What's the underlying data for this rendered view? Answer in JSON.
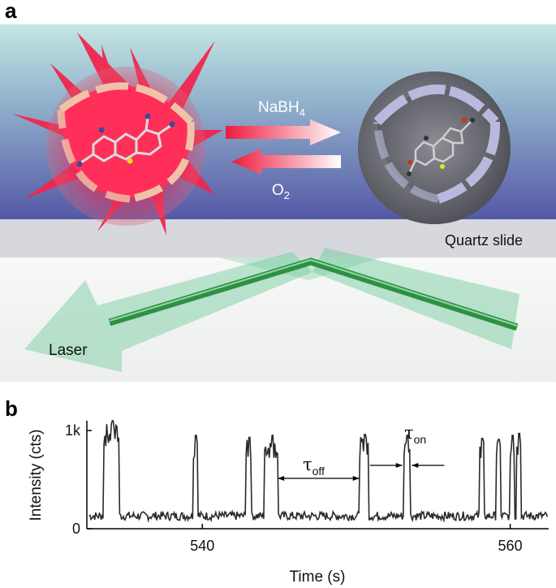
{
  "panel_a": {
    "label": "a",
    "reducing_agent": "NaBH",
    "reducing_agent_sub": "4",
    "oxidizer": "O",
    "oxidizer_sub": "2",
    "substrate_label": "Quartz slide",
    "laser_label": "Laser",
    "colors": {
      "solution_top": "#bfe3df",
      "solution_bottom": "#5a5fa8",
      "bright_state": "#ff2a55",
      "dark_state": "#6d6d73",
      "laser": "#2f9a4a"
    }
  },
  "panel_b": {
    "label": "b",
    "tau_off_label": "τ",
    "tau_off_sub": "off",
    "tau_on_label": "τ",
    "tau_on_sub": "on"
  },
  "chart_data": {
    "type": "line",
    "xlabel": "Time (s)",
    "ylabel": "Intensity (cts)",
    "xlim": [
      532.5,
      562.5
    ],
    "ylim": [
      0,
      1100
    ],
    "xticks": [
      540,
      560
    ],
    "xtick_labels": [
      "540",
      "560"
    ],
    "yticks": [
      0,
      1000
    ],
    "ytick_labels": [
      "0",
      "1k"
    ],
    "baseline": 130,
    "bursts": [
      {
        "start": 533.6,
        "end": 534.6,
        "peak": 1100
      },
      {
        "start": 539.4,
        "end": 539.7,
        "peak": 950
      },
      {
        "start": 542.8,
        "end": 543.2,
        "peak": 930
      },
      {
        "start": 544.0,
        "end": 544.9,
        "peak": 950
      },
      {
        "start": 550.2,
        "end": 550.8,
        "peak": 960
      },
      {
        "start": 553.1,
        "end": 553.5,
        "peak": 950
      },
      {
        "start": 558.0,
        "end": 558.3,
        "peak": 920
      },
      {
        "start": 559.1,
        "end": 559.4,
        "peak": 910
      },
      {
        "start": 560.0,
        "end": 560.3,
        "peak": 950
      },
      {
        "start": 560.4,
        "end": 560.7,
        "peak": 970
      }
    ],
    "tau_off_interval": [
      544.9,
      550.2
    ],
    "tau_on_interval": [
      553.1,
      553.5
    ]
  }
}
